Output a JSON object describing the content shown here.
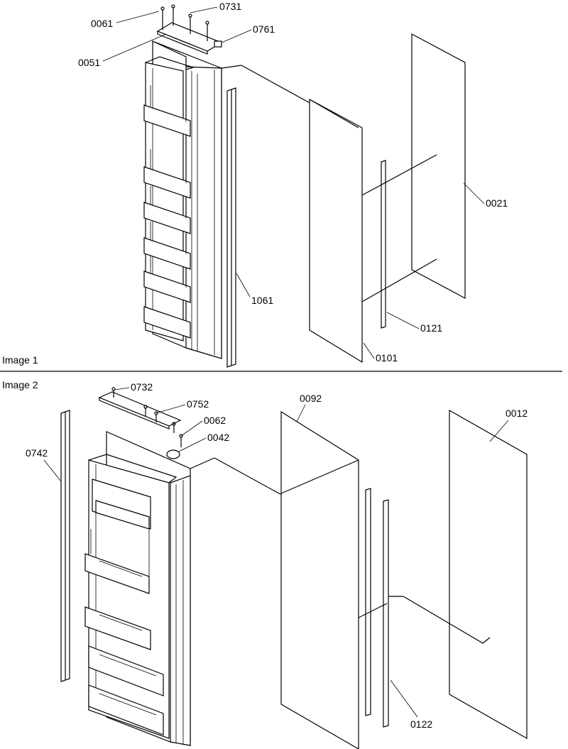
{
  "sections": [
    {
      "title": "Image 1"
    },
    {
      "title": "Image 2"
    }
  ],
  "labels": {
    "p0061": "0061",
    "p0731": "0731",
    "p0761": "0761",
    "p0051": "0051",
    "p0021": "0021",
    "p1061": "1061",
    "p0121": "0121",
    "p0101": "0101",
    "p0732": "0732",
    "p0752": "0752",
    "p0062": "0062",
    "p0042": "0042",
    "p0742": "0742",
    "p0092": "0092",
    "p0012": "0012",
    "p0122": "0122"
  }
}
